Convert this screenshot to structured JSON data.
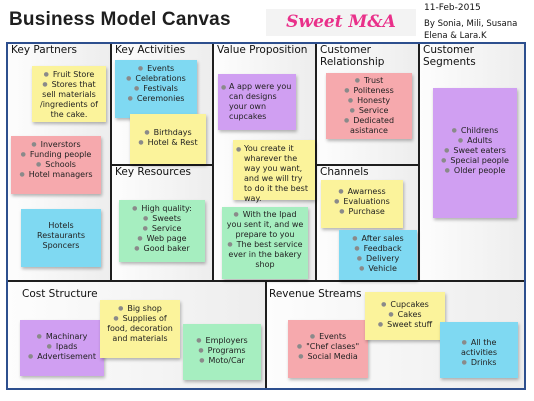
{
  "header": {
    "title": "Business Model Canvas",
    "team": "Sweet M&A",
    "date": "11-Feb-2015",
    "authors_line1": "By Sonia, Mili, Susana",
    "authors_line2": "Elena & Lara.K"
  },
  "sections": {
    "key_partners": "Key Partners",
    "key_activities": "Key Activities",
    "key_resources": "Key Resources",
    "value_proposition": "Value Proposition",
    "customer_relationship": "Customer Relationship",
    "channels": "Channels",
    "customer_segments": "Customer Segments",
    "cost_structure": "Cost Structure",
    "revenue_streams": "Revenue Streams"
  },
  "notes": {
    "kp_fruit": [
      "Fruit Store",
      "Stores that sell materials /ingredients of the cake."
    ],
    "kp_investors": [
      "Inverstors",
      "Funding people",
      "Schools",
      "Hotel managers"
    ],
    "kp_hotels": [
      "Hotels",
      "Restaurants",
      "Sponcers"
    ],
    "ka_events": [
      "Events",
      "Celebrations",
      "Festivals",
      "Ceremonies"
    ],
    "ka_birthdays": [
      "Birthdays",
      "Hotel & Rest"
    ],
    "kr_quality": [
      "High quality:",
      "Sweets",
      "Service",
      "Web page",
      "Good baker"
    ],
    "vp_app": "A app were you can designs your own cupcakes",
    "vp_create": "You create it wharever the way you want, and we will try to do it the best way.",
    "vp_ipad": [
      "With the Ipad you sent it, and we prepare to you",
      "The best service ever in the bakery shop"
    ],
    "cr_trust": [
      "Trust",
      "Politeness",
      "Honesty",
      "Service",
      "Dedicated asistance"
    ],
    "ch_awarness": [
      "Awarness",
      "Evaluations",
      "Purchase"
    ],
    "ch_after": [
      "After sales",
      "Feedback",
      "Delivery",
      "Vehicle"
    ],
    "cs_children": [
      "Childrens",
      "Adults",
      "Sweet eaters",
      "Special people",
      "Older people"
    ],
    "cost_machinery": [
      "Machinary",
      "Ipads",
      "Advertisement"
    ],
    "cost_bigshop": [
      "Big shop",
      "Supplies of food, decoration and materials"
    ],
    "cost_employers": [
      "Employers",
      "Programs",
      "Moto/Car"
    ],
    "rev_events": [
      "Events",
      "\"Chef clases\"",
      "Social Media"
    ],
    "rev_cupcakes": [
      "Cupcakes",
      "Cakes",
      "Sweet stuff"
    ],
    "rev_all": [
      "All the activities",
      "Drinks"
    ]
  },
  "colors": {
    "yellow": "#fbf39b",
    "pink": "#f6a9ad",
    "blue": "#7fd9f2",
    "green": "#a6eec0",
    "violet": "#d09ff2",
    "board_border": "#2d4f8e"
  }
}
